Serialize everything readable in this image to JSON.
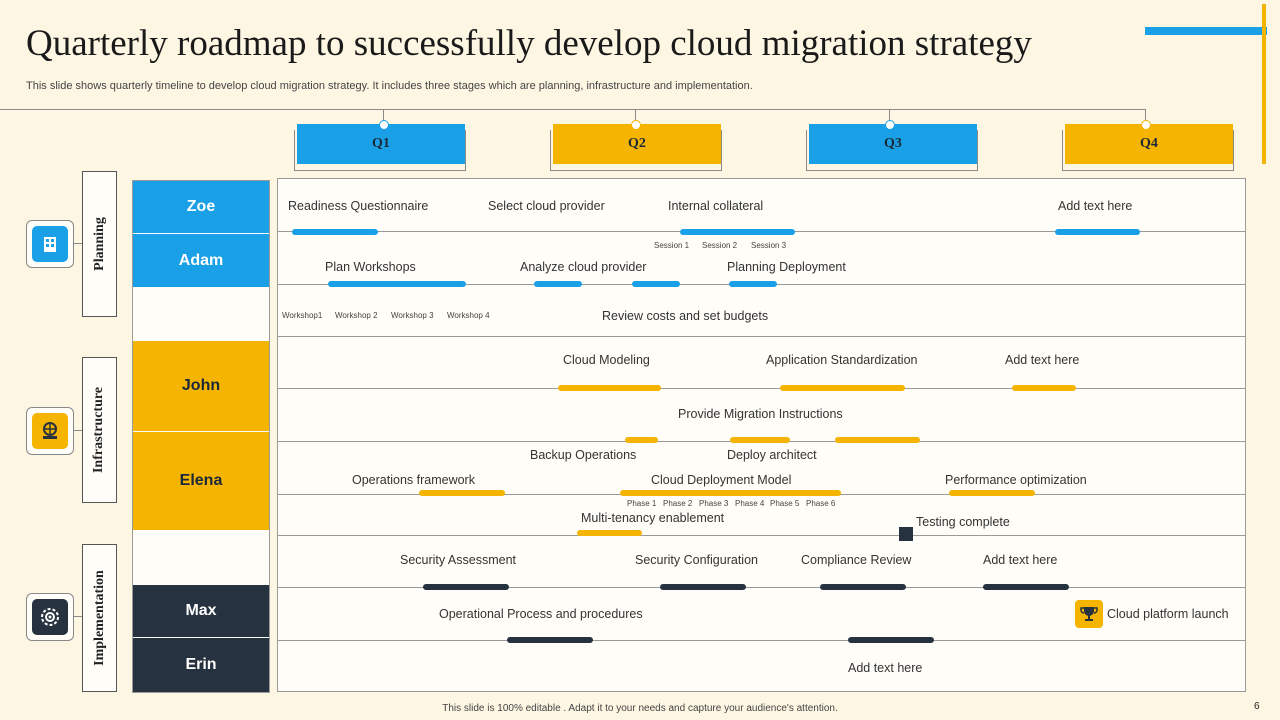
{
  "title": "Quarterly roadmap to successfully develop cloud migration strategy",
  "subtitle": "This slide shows quarterly timeline to develop cloud migration strategy. It includes three stages which are planning, infrastructure and implementation.",
  "quarters": [
    "Q1",
    "Q2",
    "Q3",
    "Q4"
  ],
  "stages": [
    "Planning",
    "Infrastructure",
    "Implementation"
  ],
  "people": [
    "Zoe",
    "Adam",
    "John",
    "Elena",
    "Max",
    "Erin"
  ],
  "tasks": {
    "readiness": "Readiness Questionnaire",
    "select_provider": "Select cloud provider",
    "internal_collateral": "Internal collateral",
    "add_text_1": "Add text here",
    "plan_workshops": "Plan Workshops",
    "analyze_provider": "Analyze cloud provider",
    "planning_deployment": "Planning Deployment",
    "review_costs": "Review  costs and set budgets",
    "cloud_modeling": "Cloud Modeling",
    "app_standardization": "Application Standardization",
    "add_text_2": "Add text here",
    "migration_instructions": "Provide  Migration Instructions",
    "backup_operations": "Backup Operations",
    "deploy_architect": "Deploy architect",
    "operations_framework": "Operations framework",
    "cloud_deployment_model": "Cloud Deployment Model",
    "performance_optimization": "Performance  optimization",
    "multi_tenancy": "Multi-tenancy enablement",
    "testing_complete": "Testing complete",
    "security_assessment": "Security Assessment",
    "security_configuration": "Security Configuration",
    "compliance_review": "Compliance Review",
    "add_text_3": "Add text here",
    "operational_process": "Operational Process and procedures",
    "cloud_platform_launch": "Cloud platform launch",
    "add_text_4": "Add text here"
  },
  "sessions": [
    "Session  1",
    "Session  2",
    "Session  3"
  ],
  "workshops": [
    "Workshop1",
    "Workshop 2",
    "Workshop 3",
    "Workshop 4"
  ],
  "phases": [
    "Phase  1",
    "Phase  2",
    "Phase  3",
    "Phase  4",
    "Phase  5",
    "Phase  6"
  ],
  "footer": "This slide is 100% editable . Adapt it to your needs and capture your audience's attention.",
  "page_number": "6",
  "icons": {
    "planning": "building-icon",
    "infrastructure": "globe-hand-icon",
    "implementation": "target-gear-icon",
    "launch": "trophy-icon",
    "testing": "square-marker-icon"
  },
  "colors": {
    "blue": "#1aa0e6",
    "yellow": "#f5b400",
    "navy": "#26323f",
    "background": "#fdf6e3"
  }
}
